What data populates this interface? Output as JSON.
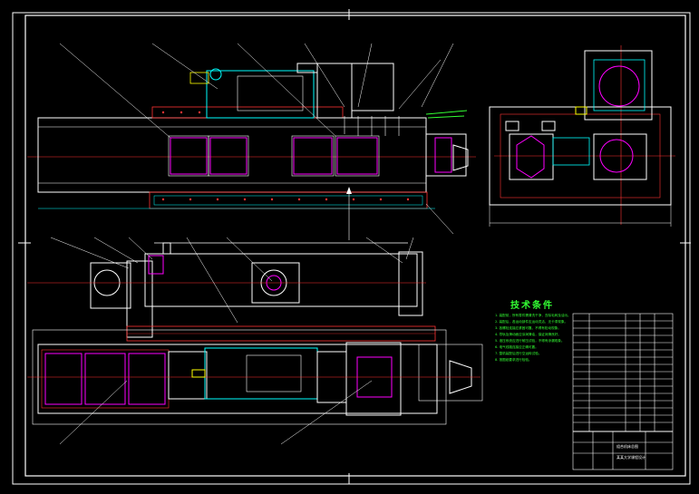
{
  "drawing": {
    "title": "技术条件",
    "notes": [
      "1. 装配前，所有零件需清洗干净，去除毛刺及油污。",
      "2. 装配后，各运动部件应运动灵活，无卡滞现象。",
      "3. 各螺栓连接应紧固可靠，不得有松动现象。",
      "4. 导轨及滑动面应涂润滑油，保证润滑良好。",
      "5. 液压系统应进行耐压试验，不得有渗漏现象。",
      "6. 电气线路连接应正确可靠。",
      "7. 整机装配后进行空运转试验。",
      "8. 按图纸要求进行检验。"
    ],
    "title_block": {
      "name": "组合机床总图",
      "company": "某某大学课程设计"
    },
    "colors": {
      "background": "#000000",
      "frame": "#ffffff",
      "main_lines": "#ffffff",
      "detail": "#00ffff",
      "accent": "#ff00ff",
      "centerline": "#ff3333",
      "text": "#33ff33",
      "yellow": "#ffff00"
    }
  }
}
